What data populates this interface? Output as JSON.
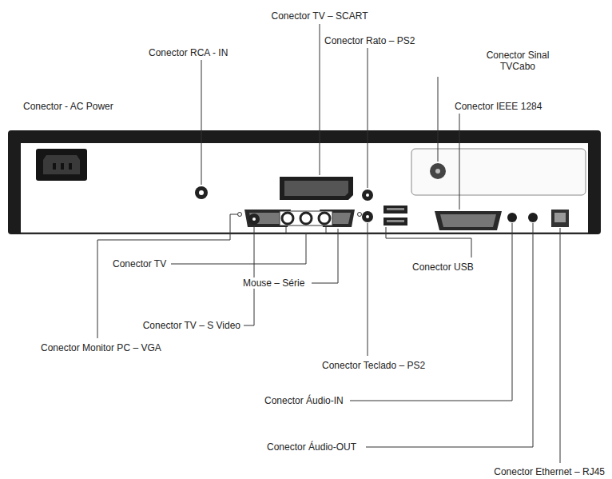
{
  "diagram": {
    "labels": [
      "Conector TV – SCART",
      "Conector RCA - IN",
      "Conector Rato – PS2",
      "Conector Sinal TVCabo",
      "Conector - AC Power",
      "Conector IEEE 1284",
      "Conector TV",
      "Mouse – Série",
      "Conector USB",
      "Conector TV – S Video",
      "Conector Monitor PC – VGA",
      "Conector Teclado – PS2",
      "Conector Áudio-IN",
      "Conector Áudio-OUT",
      "Conector Ethernet – RJ45"
    ]
  }
}
